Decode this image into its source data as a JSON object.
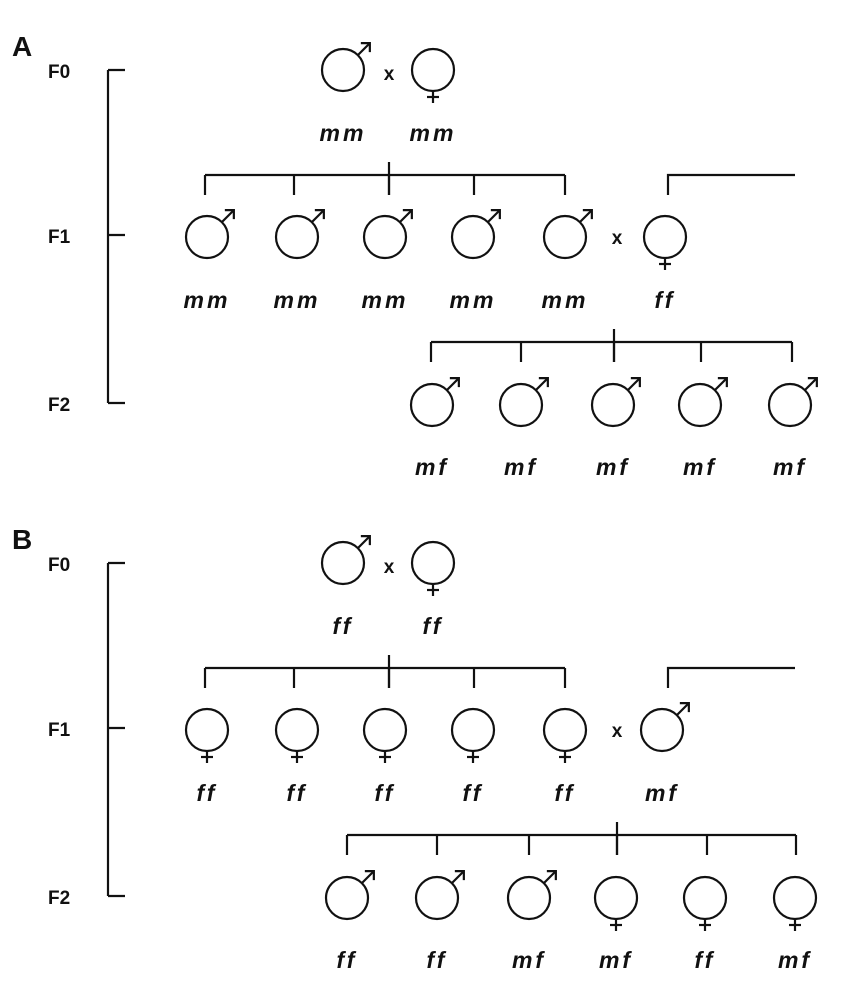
{
  "panels": [
    {
      "label": "A",
      "generations": [
        "F0",
        "F1",
        "F2"
      ],
      "cross_symbol": "x",
      "f0": [
        {
          "sex": "male",
          "genotype": "mm"
        },
        {
          "sex": "female",
          "genotype": "mm"
        }
      ],
      "f1": [
        {
          "sex": "male",
          "genotype": "mm"
        },
        {
          "sex": "male",
          "genotype": "mm"
        },
        {
          "sex": "male",
          "genotype": "mm"
        },
        {
          "sex": "male",
          "genotype": "mm"
        },
        {
          "sex": "male",
          "genotype": "mm"
        }
      ],
      "f1_mate": {
        "sex": "female",
        "genotype": "ff"
      },
      "f2": [
        {
          "sex": "male",
          "genotype": "mf"
        },
        {
          "sex": "male",
          "genotype": "mf"
        },
        {
          "sex": "male",
          "genotype": "mf"
        },
        {
          "sex": "male",
          "genotype": "mf"
        },
        {
          "sex": "male",
          "genotype": "mf"
        }
      ]
    },
    {
      "label": "B",
      "generations": [
        "F0",
        "F1",
        "F2"
      ],
      "cross_symbol": "x",
      "f0": [
        {
          "sex": "male",
          "genotype": "ff"
        },
        {
          "sex": "female",
          "genotype": "ff"
        }
      ],
      "f1": [
        {
          "sex": "female",
          "genotype": "ff"
        },
        {
          "sex": "female",
          "genotype": "ff"
        },
        {
          "sex": "female",
          "genotype": "ff"
        },
        {
          "sex": "female",
          "genotype": "ff"
        },
        {
          "sex": "female",
          "genotype": "ff"
        }
      ],
      "f1_mate": {
        "sex": "male",
        "genotype": "mf"
      },
      "f2": [
        {
          "sex": "male",
          "genotype": "ff"
        },
        {
          "sex": "male",
          "genotype": "ff"
        },
        {
          "sex": "male",
          "genotype": "mf"
        },
        {
          "sex": "female",
          "genotype": "mf"
        },
        {
          "sex": "female",
          "genotype": "ff"
        },
        {
          "sex": "female",
          "genotype": "mf"
        }
      ]
    }
  ]
}
